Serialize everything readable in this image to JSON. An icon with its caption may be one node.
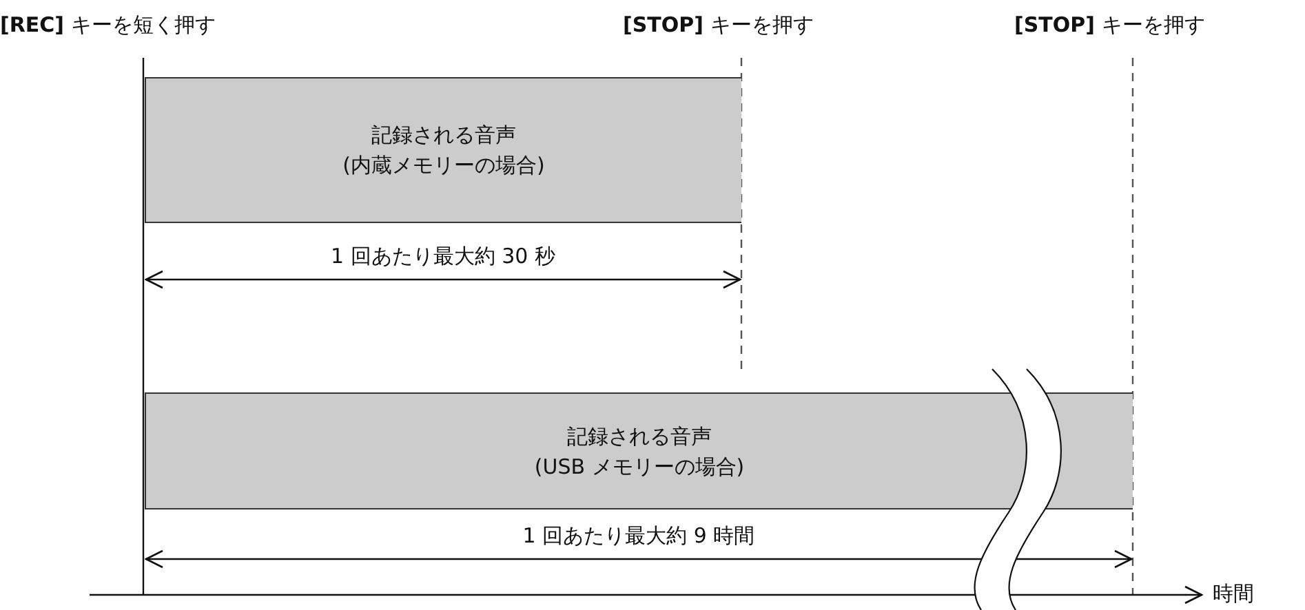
{
  "diagram": {
    "nodes": [
      {
        "text": [
          "記録される音声",
          "(内蔵メモリーの場合)"
        ]
      },
      {
        "text": [
          "記録される音声",
          "(USB メモリーの場合)"
        ]
      }
    ],
    "labels": [
      "**[REC]** キーを短く押す",
      "**[STOP]** キーを押す",
      "**[STOP]** キーを押す",
      "1 回あたり最大約 30 秒",
      "1 回あたり最大約 9 時間",
      "時間"
    ]
  }
}
